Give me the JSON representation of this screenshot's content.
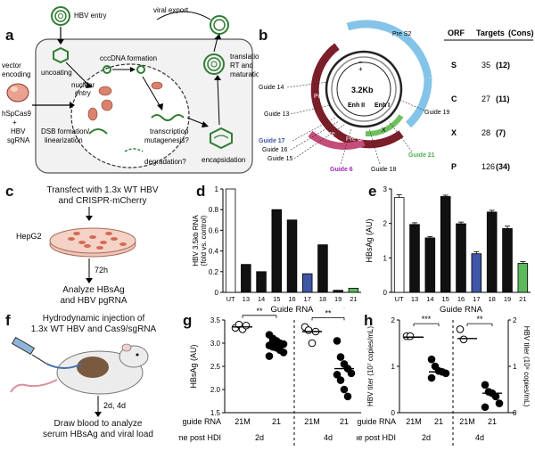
{
  "panels": {
    "a": "a",
    "b": "b",
    "c": "c",
    "d": "d",
    "e": "e",
    "f": "f",
    "g": "g",
    "h": "h"
  },
  "panel_a": {
    "hbv_entry": "HBV entry",
    "viral_export": "viral export",
    "uncoating": "uncoating",
    "cccdna_formation": "cccDNA formation",
    "nuclear": "nuclear",
    "entry": "entry",
    "translation": "translation,",
    "rt": "RT and",
    "maturation": "maturation",
    "vector": "vector",
    "encoding": "encoding",
    "hspcas9": "hSpCas9",
    "plus": "+",
    "hbv": "HBV",
    "sgrna": "sgRNA",
    "transcription": "transcription",
    "encapsidation": "encapsidation",
    "dsb1": "DSB formation/",
    "dsb2": "linearization",
    "mutagenesis": "mutagenesis?",
    "degradation": "degradation?"
  },
  "panel_b": {
    "center": "3.2Kb",
    "pre_s1": "Pre S1",
    "pre_s2": "Pre S2",
    "s": "S",
    "pol": "Pol",
    "core": "core",
    "pre_c": "Pre C",
    "x": "X",
    "enh1": "Enh I",
    "enh2": "Enh II",
    "guides": {
      "g14": "Guide 14",
      "g13": "Guide 13",
      "g17": "Guide 17",
      "g16": "Guide 16",
      "g15": "Guide 15",
      "g6": "Guide 6",
      "g18": "Guide 18",
      "g21": "Guide 21",
      "g19": "Guide 19"
    },
    "table_header_orf": "ORF",
    "table_header_targets": "Targets",
    "table_header_cons": "(Cons)",
    "rows": [
      {
        "orf": "S",
        "targets": "35",
        "cons": "(12)"
      },
      {
        "orf": "C",
        "targets": "27",
        "cons": "(11)"
      },
      {
        "orf": "X",
        "targets": "28",
        "cons": "(7)"
      },
      {
        "orf": "P",
        "targets": "126",
        "cons": "(34)"
      }
    ]
  },
  "panel_c": {
    "line1": "Transfect with 1.3x WT HBV",
    "line2": "and CRISPR-mCherry",
    "cell": "HepG2",
    "time": "72h",
    "line3": "Analyze HBsAg",
    "line4": "and HBV pgRNA"
  },
  "panel_f": {
    "line1": "Hydrodynamic injection of",
    "line2": "1.3x WT HBV and Cas9/sgRNA",
    "time": "2d, 4d",
    "line3": "Draw blood to analyze",
    "line4": "serum HBsAg and viral load"
  },
  "chart_data": [
    {
      "id": "d",
      "type": "bar",
      "ylabel_1": "HBV 3.5kb RNA",
      "ylabel_2": "(fold vs. control)",
      "xlabel": "Guide RNA",
      "ylim": [
        0,
        1
      ],
      "yticks": [
        "0",
        "0.2",
        "0.4",
        "0.6",
        "0.8",
        "1"
      ],
      "categories": [
        "UT",
        "13",
        "14",
        "15",
        "16",
        "17",
        "18",
        "19",
        "21"
      ],
      "values": [
        1.0,
        0.27,
        0.2,
        0.8,
        0.7,
        0.18,
        0.46,
        0.02,
        0.04
      ],
      "colors": [
        "#ffffff",
        "#111111",
        "#111111",
        "#111111",
        "#111111",
        "#3f55a5",
        "#111111",
        "#111111",
        "#5cb85c"
      ]
    },
    {
      "id": "e",
      "type": "bar",
      "ylabel": "HBsAg (AU)",
      "xlabel": "Guide RNA",
      "ylim": [
        0,
        3
      ],
      "yticks": [
        "0",
        "1",
        "2",
        "3"
      ],
      "categories": [
        "UT",
        "13",
        "14",
        "15",
        "16",
        "17",
        "18",
        "19",
        "21"
      ],
      "values": [
        2.75,
        1.97,
        1.58,
        2.78,
        1.99,
        1.12,
        2.33,
        1.85,
        0.84
      ],
      "errors": [
        0.08,
        0.05,
        0.04,
        0.04,
        0.05,
        0.06,
        0.05,
        0.07,
        0.05
      ],
      "colors": [
        "#ffffff",
        "#111111",
        "#111111",
        "#111111",
        "#111111",
        "#3f55a5",
        "#111111",
        "#111111",
        "#5cb85c"
      ]
    },
    {
      "id": "g",
      "type": "scatter",
      "ylabel": "HBsAg (AU)",
      "ylim": [
        1.5,
        3.5
      ],
      "yticks": [
        "1.5",
        "2.0",
        "2.5",
        "3.0",
        "3.5"
      ],
      "row_label_guide": "guide RNA",
      "row_label_time": "Time post HDI",
      "groups": [
        {
          "label": "21M",
          "time": "2d",
          "open": true,
          "values": [
            3.33,
            3.4,
            3.3,
            3.38
          ],
          "median": 3.35
        },
        {
          "label": "21",
          "time": "2d",
          "open": false,
          "values": [
            3.18,
            3.1,
            3.05,
            3.0,
            2.98,
            2.95,
            2.92,
            2.9,
            2.85,
            2.8,
            2.72,
            3.02
          ],
          "median": 2.98
        },
        {
          "label": "21M",
          "time": "4d",
          "open": true,
          "values": [
            3.35,
            3.28,
            3.0,
            3.25
          ],
          "median": 3.25
        },
        {
          "label": "21",
          "time": "4d",
          "open": false,
          "values": [
            3.05,
            2.7,
            2.55,
            2.45,
            2.35,
            2.32,
            2.2,
            2.0,
            1.85
          ],
          "median": 2.45
        }
      ],
      "sig": [
        {
          "from": 0,
          "to": 1,
          "label": "**",
          "level": 3.6
        },
        {
          "from": 2,
          "to": 3,
          "label": "**",
          "level": 3.55
        },
        {
          "from": 1,
          "to": 3,
          "label": "***",
          "level": 3.82
        }
      ]
    },
    {
      "id": "h",
      "type": "scatter",
      "ylabel_left": "HBV titer (10⁷ copies/mL)",
      "ylabel_right": "HBV titer (10⁸ copies/mL)",
      "ylim": [
        0,
        2
      ],
      "yticks": [
        "0",
        "1",
        "2"
      ],
      "row_label_guide": "guide RNA",
      "row_label_time": "Time post HDI",
      "groups": [
        {
          "label": "21M",
          "time": "2d",
          "open": true,
          "values": [
            1.65,
            1.65
          ],
          "median": 1.63
        },
        {
          "label": "21",
          "time": "2d",
          "open": false,
          "values": [
            1.15,
            1.0,
            0.9,
            0.88,
            0.85,
            0.75
          ],
          "median": 0.88
        },
        {
          "label": "21M",
          "time": "4d",
          "open": true,
          "values": [
            1.8,
            1.58
          ],
          "median": 1.6
        },
        {
          "label": "21",
          "time": "4d",
          "open": false,
          "values": [
            0.6,
            0.45,
            0.42,
            0.35,
            0.2,
            0.12
          ],
          "median": 0.42
        }
      ],
      "sig": [
        {
          "from": 0,
          "to": 1,
          "label": "***",
          "level": 1.92
        },
        {
          "from": 2,
          "to": 3,
          "label": "**",
          "level": 1.92
        }
      ]
    }
  ]
}
